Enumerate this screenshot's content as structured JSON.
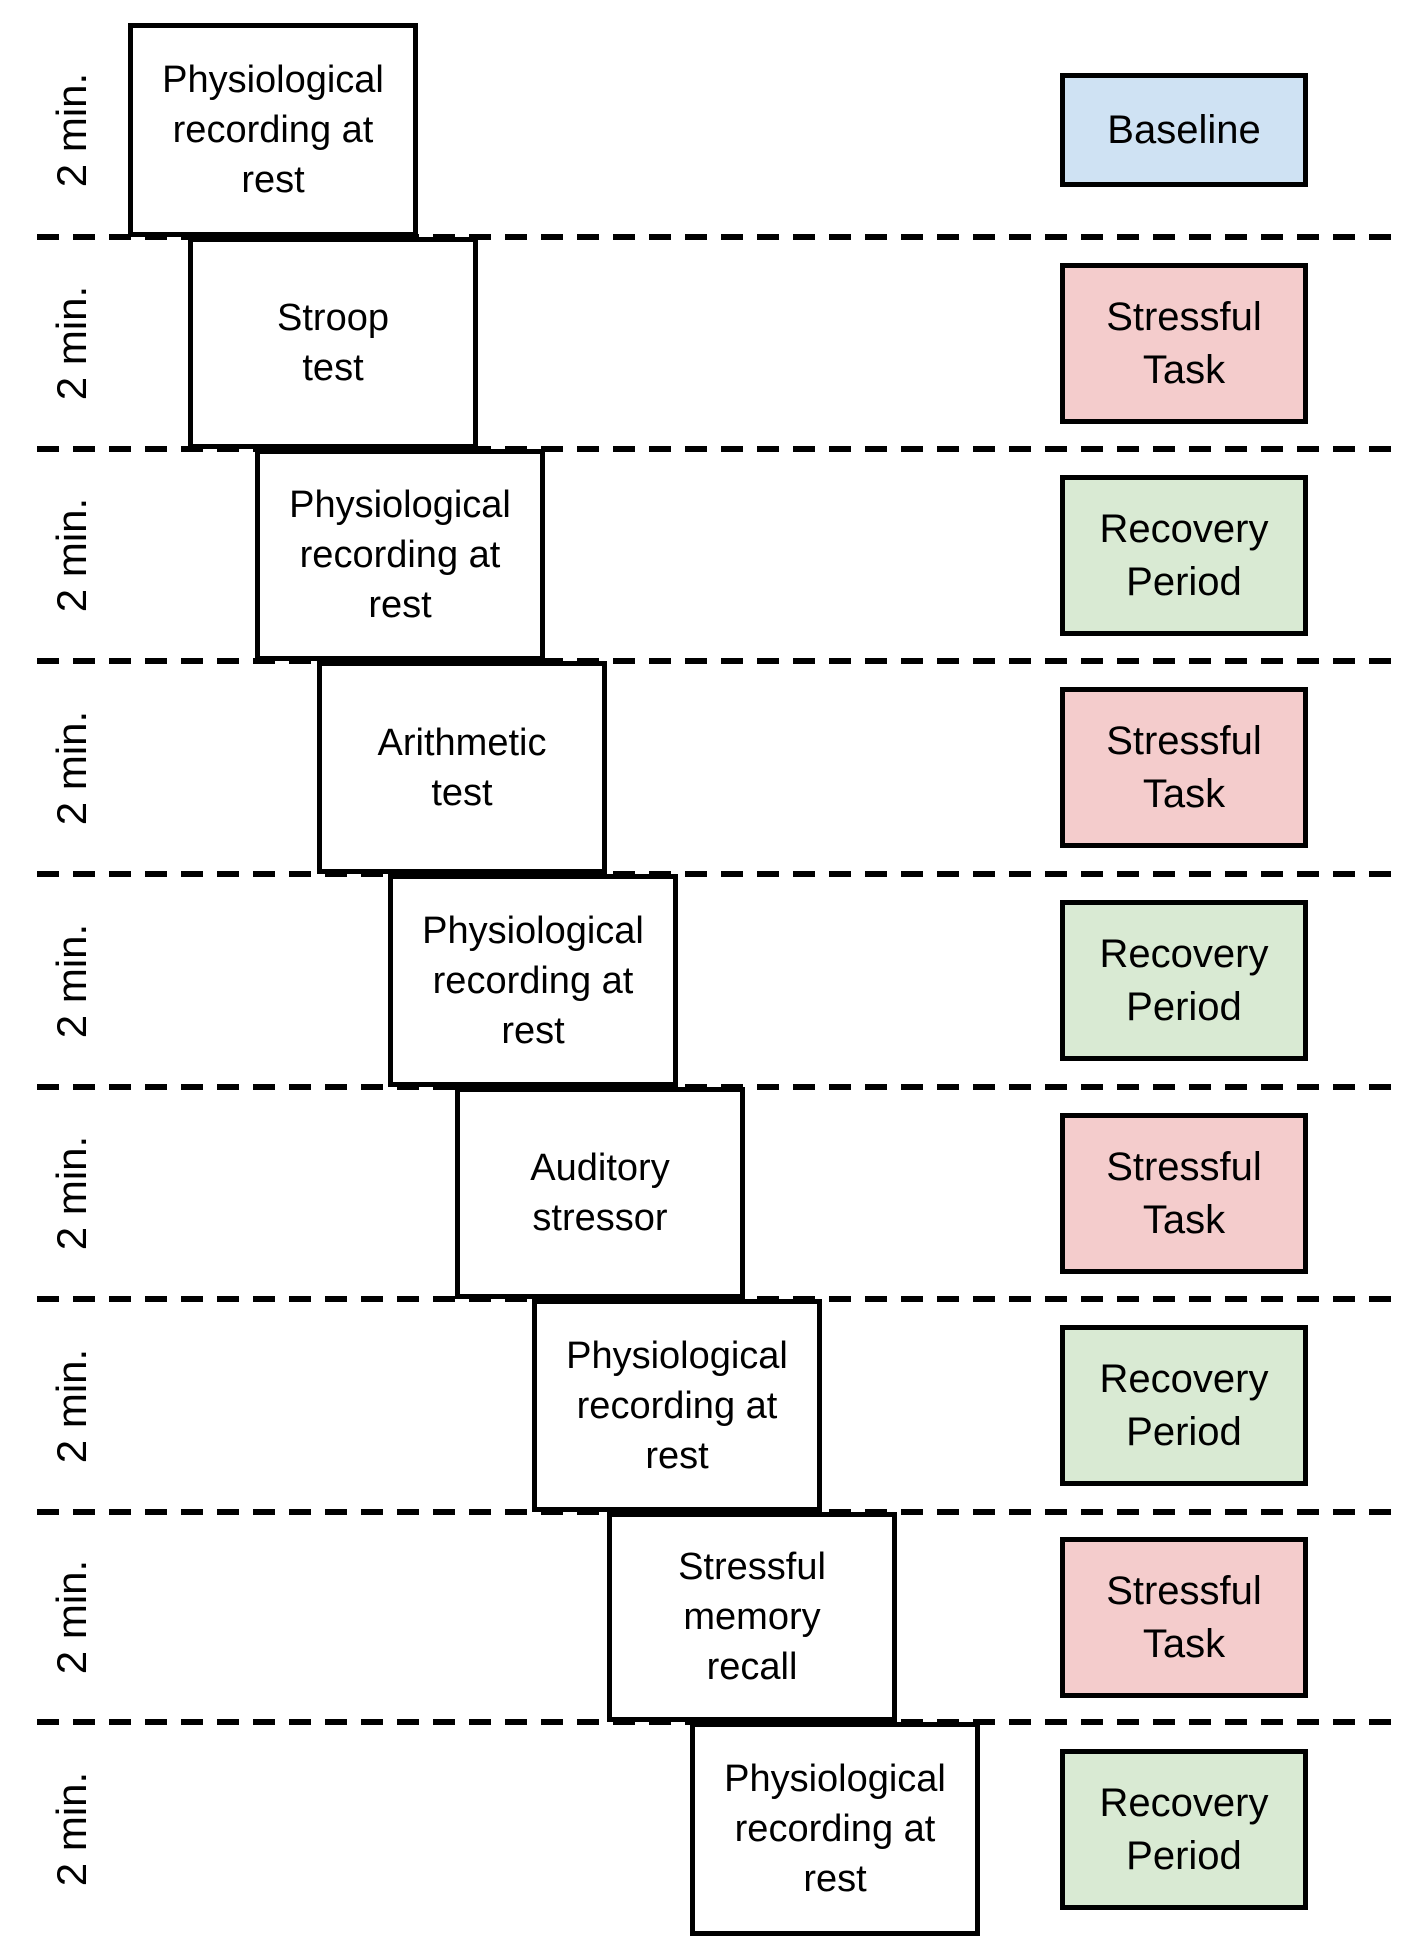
{
  "colors": {
    "baseline": "#cfe2f3",
    "stressful": "#f4cccc",
    "recovery": "#d9ead3",
    "box_background": "#ffffff",
    "line": "#000000"
  },
  "rows": [
    {
      "duration": "2 min.",
      "task": "Physiological\nrecording at\nrest",
      "phase": "Baseline",
      "phase_type": "baseline"
    },
    {
      "duration": "2 min.",
      "task": "Stroop\ntest",
      "phase": "Stressful\nTask",
      "phase_type": "stressful"
    },
    {
      "duration": "2 min.",
      "task": "Physiological\nrecording at\nrest",
      "phase": "Recovery\nPeriod",
      "phase_type": "recovery"
    },
    {
      "duration": "2 min.",
      "task": "Arithmetic\ntest",
      "phase": "Stressful\nTask",
      "phase_type": "stressful"
    },
    {
      "duration": "2 min.",
      "task": "Physiological\nrecording at\nrest",
      "phase": "Recovery\nPeriod",
      "phase_type": "recovery"
    },
    {
      "duration": "2 min.",
      "task": "Auditory\nstressor",
      "phase": "Stressful\nTask",
      "phase_type": "stressful"
    },
    {
      "duration": "2 min.",
      "task": "Physiological\nrecording at\nrest",
      "phase": "Recovery\nPeriod",
      "phase_type": "recovery"
    },
    {
      "duration": "2 min.",
      "task": "Stressful\nmemory\nrecall",
      "phase": "Stressful\nTask",
      "phase_type": "stressful"
    },
    {
      "duration": "2 min.",
      "task": "Physiological\nrecording at\nrest",
      "phase": "Recovery\nPeriod",
      "phase_type": "recovery"
    }
  ]
}
